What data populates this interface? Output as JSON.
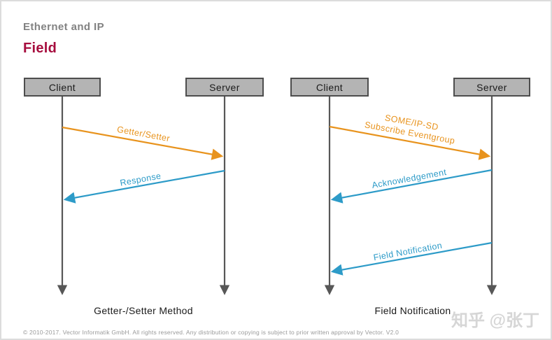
{
  "header": {
    "kicker": "Ethernet and IP",
    "title": "Field"
  },
  "diagrams": [
    {
      "caption": "Getter-/Setter Method",
      "client_label": "Client",
      "server_label": "Server",
      "messages": [
        {
          "label": "Getter/Setter",
          "direction": "client-to-server",
          "color": "#e8931d"
        },
        {
          "label": "Response",
          "direction": "server-to-client",
          "color": "#2d9bc8"
        }
      ]
    },
    {
      "caption": "Field Notification",
      "client_label": "Client",
      "server_label": "Server",
      "messages": [
        {
          "label_line1": "SOME/IP-SD",
          "label_line2": "Subscribe Eventgroup",
          "direction": "client-to-server",
          "color": "#e8931d"
        },
        {
          "label": "Acknowledgement",
          "direction": "server-to-client",
          "color": "#2d9bc8"
        },
        {
          "label": "Field Notification",
          "direction": "server-to-client",
          "color": "#2d9bc8"
        }
      ]
    }
  ],
  "footer": {
    "copyright": "© 2010-2017. Vector Informatik GmbH. All rights reserved. Any distribution or copying is subject to prior written approval by Vector. V2.0"
  },
  "watermark": {
    "text": "知乎 @张丁"
  },
  "colors": {
    "title_red": "#a60d3e",
    "kicker_gray": "#828282",
    "message_orange": "#e8931d",
    "message_blue": "#2d9bc8",
    "actor_box_fill": "#b4b4b4",
    "actor_box_border": "#4d4d4d",
    "lifeline_gray": "#575757"
  }
}
